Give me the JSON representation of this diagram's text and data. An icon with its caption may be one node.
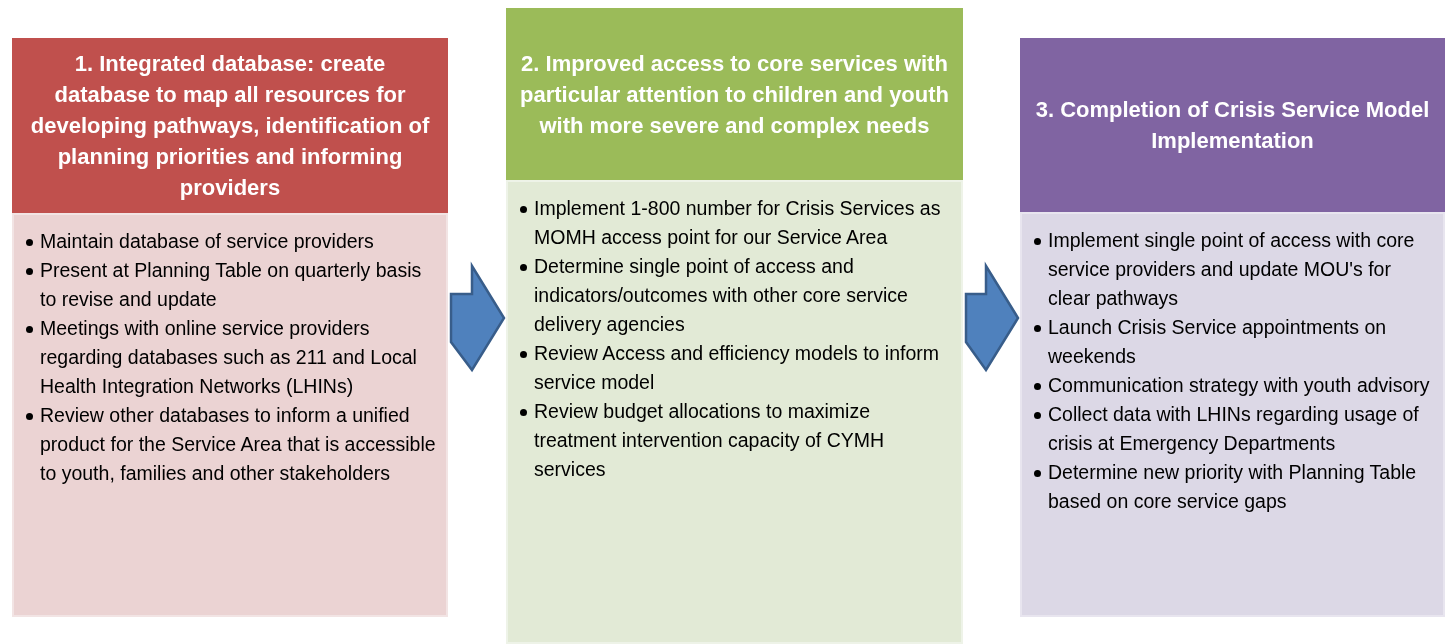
{
  "diagram": {
    "nodes": [
      {
        "text": [
          "1. Integrated database: create database to map all resources for developing pathways, identification of planning priorities and informing providers"
        ]
      },
      {
        "text": [
          "Maintain database of service providers",
          "Present at Planning Table on quarterly basis to revise and update",
          "Meetings with online service providers regarding databases such as 211 and Local Health Integration Networks (LHINs)",
          "Review other databases to inform a unified product for the Service Area that is accessible to youth, families and other stakeholders"
        ]
      },
      {
        "text": [
          "2. Improved access to core services with particular attention to children and youth with more severe and complex needs"
        ]
      },
      {
        "text": [
          "Implement 1-800 number for Crisis Services as MOMH access point for our Service Area",
          "Determine single point of access and indicators/outcomes with other core service delivery agencies",
          "Review Access and efficiency models to inform service model",
          "Review budget allocations to maximize treatment intervention capacity of CYMH services"
        ]
      },
      {
        "text": [
          "3. Completion of Crisis Service Model Implementation"
        ]
      },
      {
        "text": [
          "Implement single point of access with core service providers and update MOU's for clear pathways",
          "Launch Crisis Service appointments on weekends",
          "Communication strategy  with youth advisory",
          "Collect data with LHINs regarding usage of crisis at Emergency Departments",
          "Determine new priority with Planning Table based on core service gaps"
        ]
      }
    ],
    "edges": [
      {
        "from": 1,
        "to": 3,
        "arrow": "to"
      },
      {
        "from": 3,
        "to": 5,
        "arrow": "to"
      }
    ]
  }
}
